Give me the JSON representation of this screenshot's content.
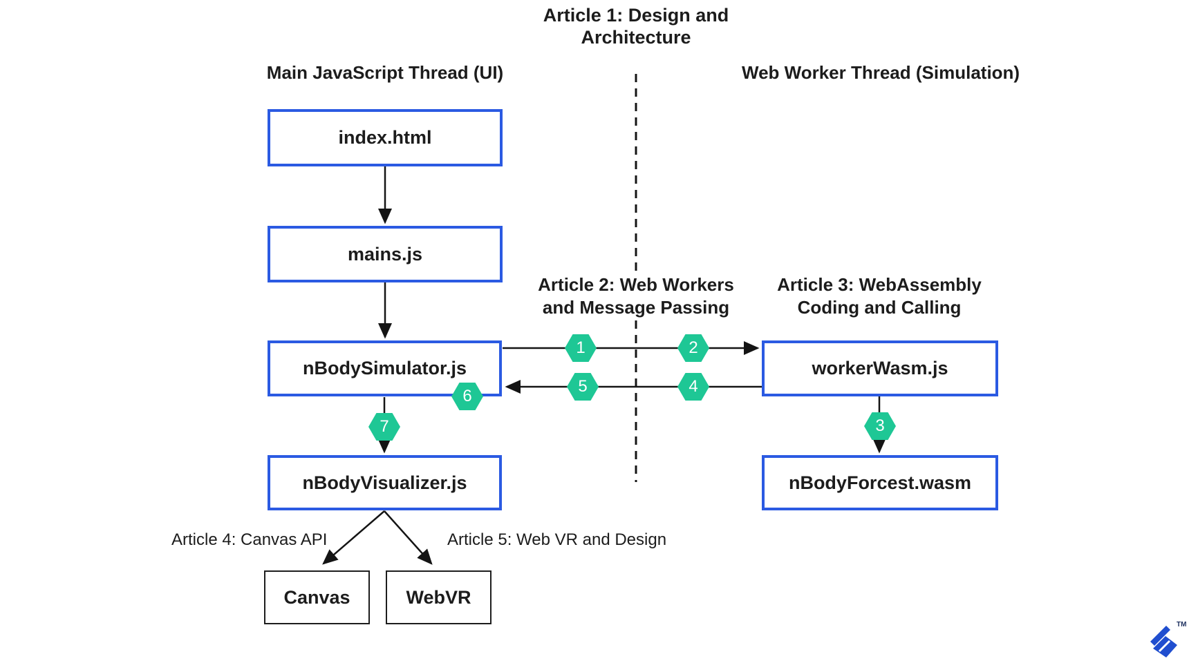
{
  "title": {
    "line1": "Article 1: Design and",
    "line2": "Architecture"
  },
  "columns": {
    "left_header": "Main JavaScript Thread (UI)",
    "right_header": "Web Worker Thread (Simulation)"
  },
  "section_labels": {
    "article2_line1": "Article 2: Web Workers",
    "article2_line2": "and Message Passing",
    "article3_line1": "Article 3: WebAssembly",
    "article3_line2": "Coding and Calling",
    "article4": "Article 4: Canvas API",
    "article5": "Article 5: Web VR and Design"
  },
  "nodes": {
    "index_html": "index.html",
    "mains_js": "mains.js",
    "nbody_simulator": "nBodySimulator.js",
    "nbody_visualizer": "nBodyVisualizer.js",
    "worker_wasm": "workerWasm.js",
    "nbody_forcest": "nBodyForcest.wasm",
    "canvas": "Canvas",
    "webvr": "WebVR"
  },
  "badges": {
    "b1": "1",
    "b2": "2",
    "b3": "3",
    "b4": "4",
    "b5": "5",
    "b6": "6",
    "b7": "7"
  },
  "logo": {
    "tm": "TM"
  },
  "colors": {
    "box_border_blue": "#2b5ae2",
    "hexagon_green": "#1ec795",
    "arrow_black": "#141414",
    "dark_box_border": "#1d1d1d",
    "logo_blue": "#204ecf",
    "text": "#1c1c1c"
  }
}
